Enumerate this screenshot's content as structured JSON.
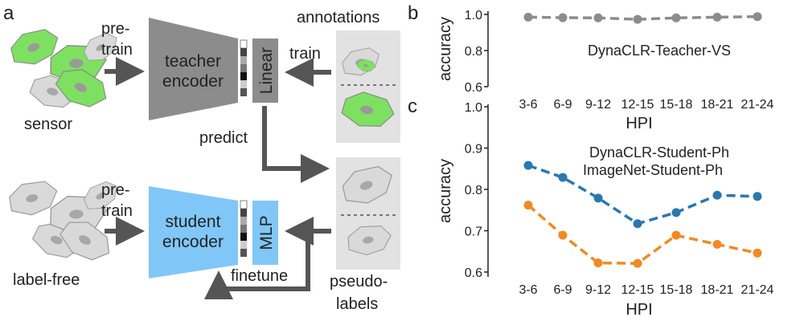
{
  "panels": {
    "a": "a",
    "b": "b",
    "c": "c"
  },
  "diagram": {
    "pretrain_top": [
      "pre-",
      "train"
    ],
    "pretrain_bottom": [
      "pre-",
      "train"
    ],
    "sensor": "sensor",
    "label_free": "label-free",
    "teacher": [
      "teacher",
      "encoder"
    ],
    "student": [
      "student",
      "encoder"
    ],
    "linear": "Linear",
    "mlp": "MLP",
    "annotations": "annotations",
    "train": "train",
    "predict": "predict",
    "finetune": "finetune",
    "pseudo_labels": [
      "pseudo-",
      "labels"
    ]
  },
  "colors": {
    "green_cell": "#7ee060",
    "teacher_gray": "#8c8c8c",
    "student_blue": "#80c7f7",
    "arrow": "#555555",
    "series_gray": "#8c8c8c",
    "series_blue": "#2a78b0",
    "series_orange": "#f08a24"
  },
  "chart_data": [
    {
      "panel": "b",
      "type": "line",
      "ylabel": "accuracy",
      "xlabel": "HPI",
      "x": [
        "3-6",
        "6-9",
        "9-12",
        "12-15",
        "15-18",
        "18-21",
        "21-24"
      ],
      "ylim": [
        0.6,
        1.0
      ],
      "yticks": [
        "0.6",
        "0.8",
        "1.0"
      ],
      "series": [
        {
          "name": "DynaCLR-Teacher-VS",
          "color": "#8c8c8c",
          "values": [
            0.985,
            0.982,
            0.981,
            0.973,
            0.981,
            0.985,
            0.988
          ]
        }
      ]
    },
    {
      "panel": "c",
      "type": "line",
      "ylabel": "accuracy",
      "xlabel": "HPI",
      "x": [
        "3-6",
        "6-9",
        "9-12",
        "12-15",
        "15-18",
        "18-21",
        "21-24"
      ],
      "ylim": [
        0.6,
        1.0
      ],
      "yticks": [
        "0.6",
        "0.7",
        "0.8",
        "0.9",
        "1.0"
      ],
      "series": [
        {
          "name": "DynaCLR-Student-Ph",
          "color": "#2a78b0",
          "values": [
            0.858,
            0.829,
            0.779,
            0.717,
            0.744,
            0.786,
            0.783
          ]
        },
        {
          "name": "ImageNet-Student-Ph",
          "color": "#f08a24",
          "values": [
            0.762,
            0.689,
            0.622,
            0.621,
            0.689,
            0.667,
            0.646
          ]
        }
      ]
    }
  ]
}
